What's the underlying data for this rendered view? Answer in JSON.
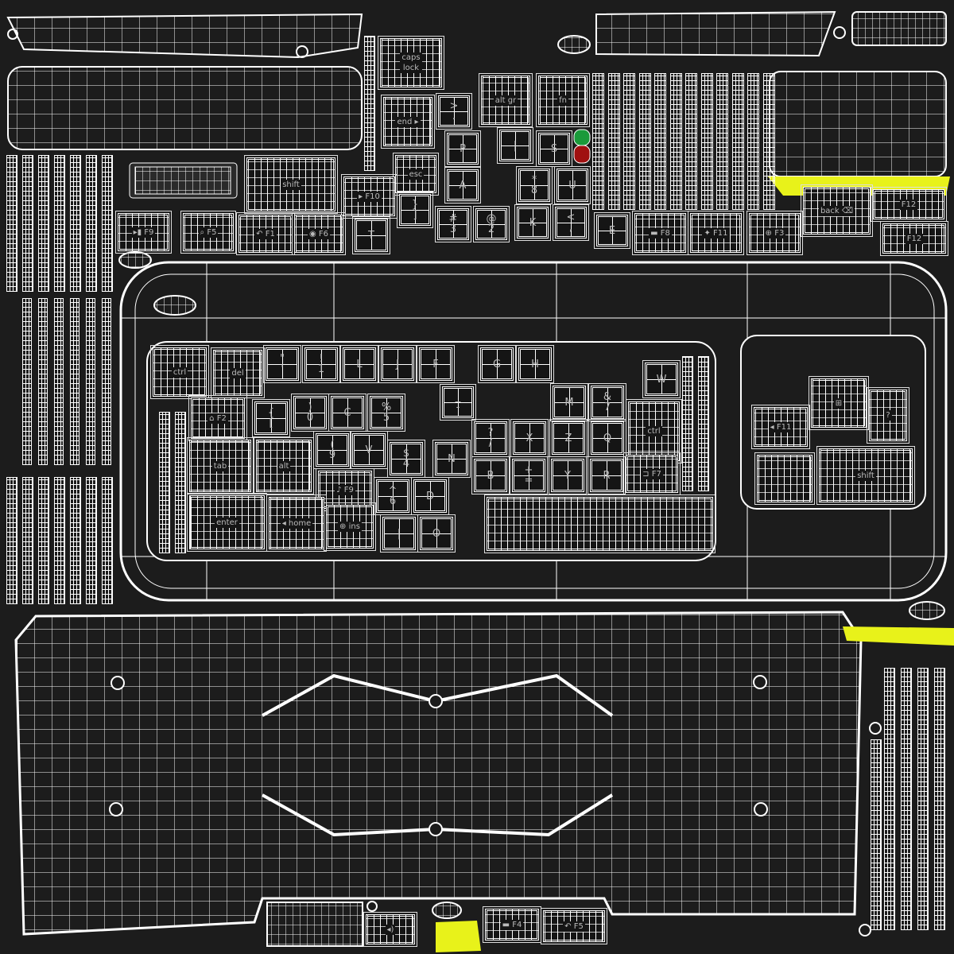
{
  "title": "Keyboard UV wireframe layout",
  "colors": {
    "background": "#1c1c1c",
    "wire": "#ffffff",
    "highlight_yellow": "#e8f21a",
    "led_green": "#1a9a3a",
    "led_red": "#a01010"
  },
  "keys": [
    {
      "label": "caps\nlock"
    },
    {
      "label": "alt gr"
    },
    {
      "label": "fn"
    },
    {
      "label": ">\n."
    },
    {
      "label": "end ▸"
    },
    {
      "label": "P"
    },
    {
      "label": "|"
    },
    {
      "label": "S"
    },
    {
      "label": "esc"
    },
    {
      "label": "A"
    },
    {
      "label": "*\n8"
    },
    {
      "label": "U"
    },
    {
      "label": "shift"
    },
    {
      "label": "▸ F10"
    },
    {
      "label": "}\n]"
    },
    {
      "label": "#\n3"
    },
    {
      "label": "@\n2"
    },
    {
      "label": "K"
    },
    {
      "label": "<\n,"
    },
    {
      "label": "E"
    },
    {
      "label": "▬ F8"
    },
    {
      "label": "✦ F11"
    },
    {
      "label": "⊕ F3"
    },
    {
      "label": "back ⌫"
    },
    {
      "label": "▸▮ F9"
    },
    {
      "label": "⌕ F5"
    },
    {
      "label": "↶ F1"
    },
    {
      "label": "◉ F6"
    },
    {
      "label": "T"
    },
    {
      "label": "ctrl"
    },
    {
      "label": "del"
    },
    {
      "label": "\"\n'"
    },
    {
      "label": "!\n1"
    },
    {
      "label": "L"
    },
    {
      "label": "J"
    },
    {
      "label": "F"
    },
    {
      "label": "G"
    },
    {
      "label": "H"
    },
    {
      "label": "W"
    },
    {
      "label": "M"
    },
    {
      "label": "&\n7"
    },
    {
      "label": "_\n-"
    },
    {
      "label": "⌂ F2"
    },
    {
      "label": "{\n["
    },
    {
      "label": ")\n0"
    },
    {
      "label": "C"
    },
    {
      "label": "%\n5"
    },
    {
      "label": "?\n/"
    },
    {
      "label": "X"
    },
    {
      "label": "Z"
    },
    {
      "label": "Q"
    },
    {
      "label": "ctrl"
    },
    {
      "label": "tab"
    },
    {
      "label": "alt"
    },
    {
      "label": "(\n9"
    },
    {
      "label": "V"
    },
    {
      "label": "$\n4"
    },
    {
      "label": "N"
    },
    {
      "label": "B"
    },
    {
      "label": "+\n="
    },
    {
      "label": "Y"
    },
    {
      "label": "R"
    },
    {
      "label": "⊐ F7"
    },
    {
      "label": "♪ F9"
    },
    {
      "label": "^\n6"
    },
    {
      "label": "D"
    },
    {
      "label": "enter"
    },
    {
      "label": "◂ home"
    },
    {
      "label": "⊕ ins"
    },
    {
      "label": "|"
    },
    {
      "label": "O"
    },
    {
      "label": ""
    },
    {
      "label": "◂ F11"
    },
    {
      "label": "⊞"
    },
    {
      "label": "?"
    },
    {
      "label": ""
    },
    {
      "label": "shift"
    },
    {
      "label": "F12"
    },
    {
      "label": "F12"
    },
    {
      "label": "▬ F4"
    },
    {
      "label": "↶ F5"
    },
    {
      "label": "◂)"
    }
  ]
}
